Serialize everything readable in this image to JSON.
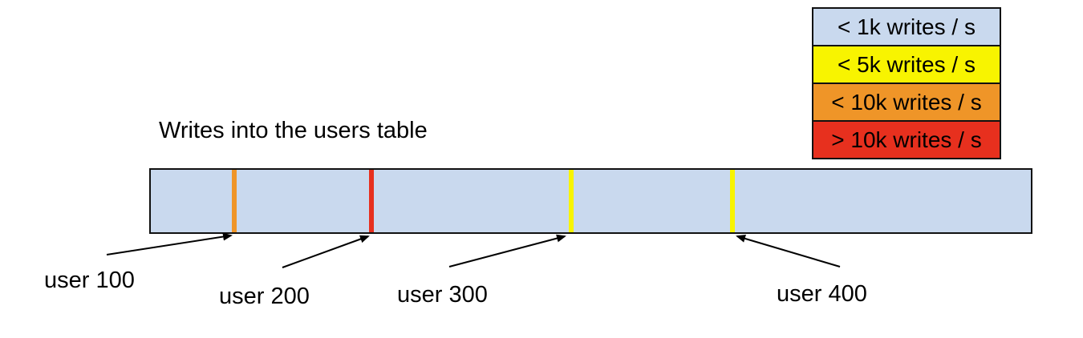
{
  "title": "Writes into the users table",
  "colors": {
    "bar_fill": "#c9d9ee",
    "legend_blue": "#c9d9ee",
    "legend_yellow": "#f8f400",
    "legend_orange": "#ef9528",
    "legend_red": "#e7301e",
    "border": "#111111"
  },
  "legend": {
    "items": [
      {
        "label": "< 1k writes / s",
        "color": "#c9d9ee"
      },
      {
        "label": "< 5k writes / s",
        "color": "#f8f400"
      },
      {
        "label": "< 10k writes / s",
        "color": "#ef9528"
      },
      {
        "label": "> 10k writes / s",
        "color": "#e7301e"
      }
    ]
  },
  "table_bar": {
    "fill": "#c9d9ee",
    "stripes": [
      {
        "user": "user 100",
        "rate": "< 10k writes / s",
        "color": "#ef9528"
      },
      {
        "user": "user 200",
        "rate": "> 10k writes / s",
        "color": "#e7301e"
      },
      {
        "user": "user 300",
        "rate": "< 5k writes / s",
        "color": "#f8f400"
      },
      {
        "user": "user 400",
        "rate": "< 5k writes / s",
        "color": "#f8f400"
      }
    ]
  },
  "user_labels": [
    {
      "text": "user 100"
    },
    {
      "text": "user 200"
    },
    {
      "text": "user 300"
    },
    {
      "text": "user 400"
    }
  ]
}
